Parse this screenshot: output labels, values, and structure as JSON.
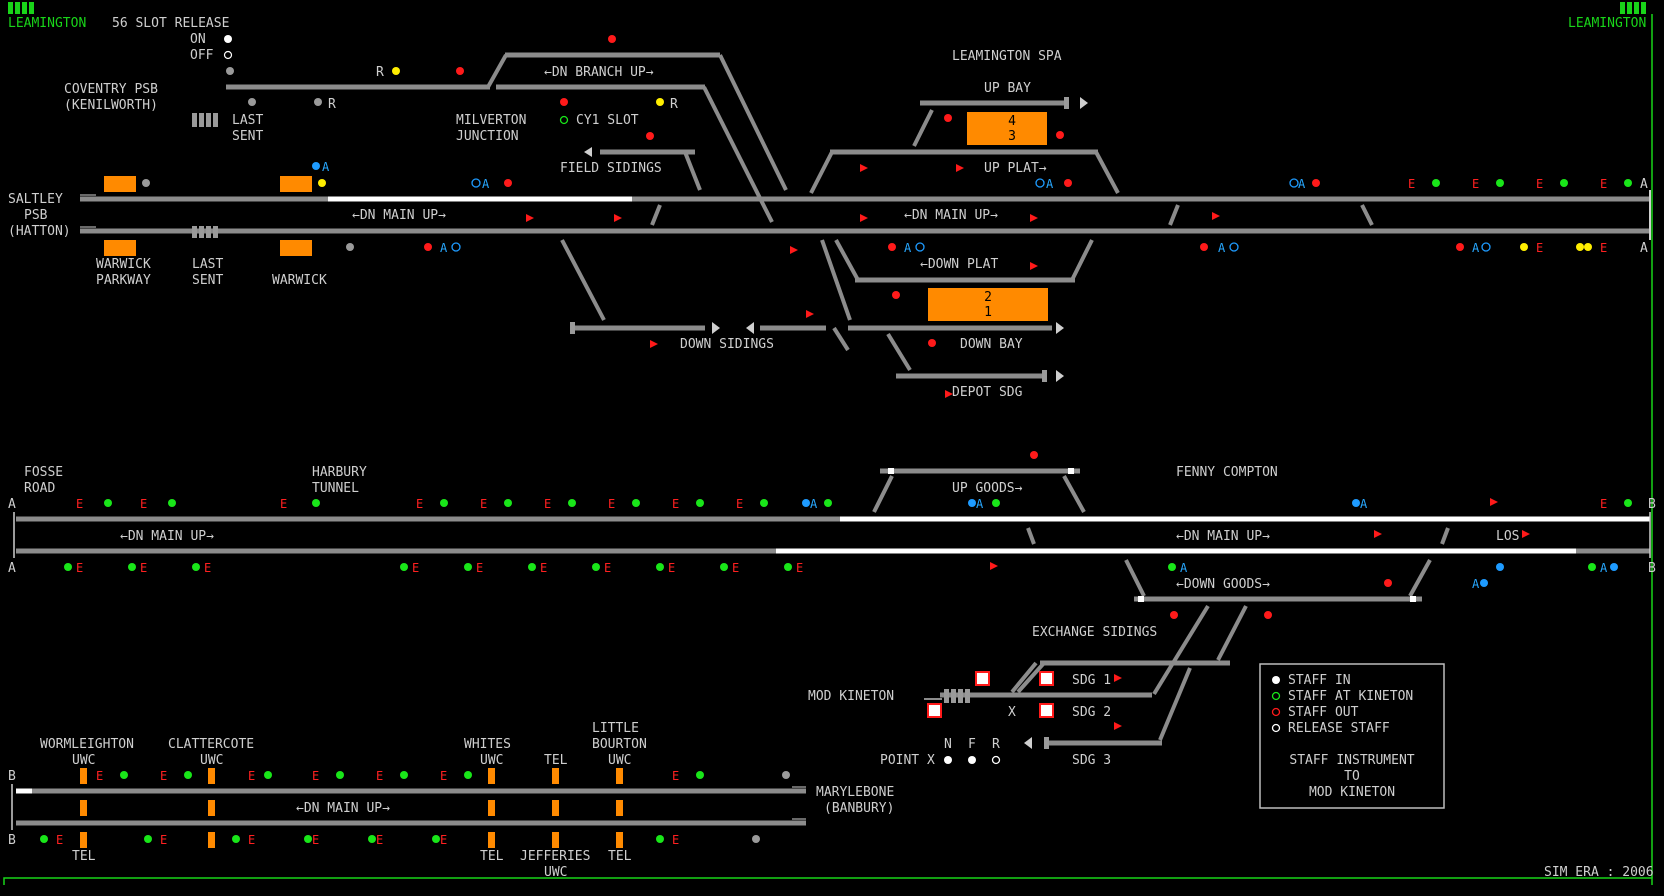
{
  "header": {
    "left_area": "LEAMINGTON",
    "right_area": "LEAMINGTON",
    "slot_release": "56 SLOT RELEASE",
    "on_label": "ON",
    "off_label": "OFF"
  },
  "labels": {
    "coventry_psb": "COVENTRY PSB",
    "kenilworth": "(KENILWORTH)",
    "last_sent_top_1": "LAST",
    "last_sent_top_2": "SENT",
    "saltley_1": "SALTLEY",
    "saltley_2": "PSB",
    "saltley_3": "(HATTON)",
    "warwick_parkway_1": "WARWICK",
    "warwick_parkway_2": "PARKWAY",
    "last_sent_bot_1": "LAST",
    "last_sent_bot_2": "SENT",
    "warwick": "WARWICK",
    "milverton_1": "MILVERTON",
    "milverton_2": "JUNCTION",
    "dn_branch_up": "←DN BRANCH UP→",
    "cy1_slot": "CY1 SLOT",
    "field_sidings": "FIELD SIDINGS",
    "dn_main_up_1": "←DN MAIN UP→",
    "dn_main_up_2": "←DN MAIN UP→",
    "down_sidings": "DOWN SIDINGS",
    "leamington_spa": "LEAMINGTON SPA",
    "up_bay": "UP BAY",
    "up_plat": "UP PLAT→",
    "down_plat": "←DOWN PLAT",
    "down_bay": "DOWN BAY",
    "depot_sdg": "DEPOT SDG",
    "fosse_1": "FOSSE",
    "fosse_2": "ROAD",
    "harbury_1": "HARBURY",
    "harbury_2": "TUNNEL",
    "dn_main_up_3": "←DN MAIN UP→",
    "up_goods": "UP GOODS→",
    "fenny_compton": "FENNY COMPTON",
    "dn_main_up_4": "←DN MAIN UP→",
    "los": "LOS",
    "down_goods": "←DOWN GOODS→",
    "exchange_sidings": "EXCHANGE SIDINGS",
    "mod_kineton": "MOD KINETON",
    "sdg1": "SDG 1",
    "sdg2": "SDG 2",
    "sdg3": "SDG 3",
    "x_label": "X",
    "point_x": "POINT X",
    "nfr_n": "N",
    "nfr_f": "F",
    "nfr_r": "R",
    "wormleighton_1": "WORMLEIGHTON",
    "wormleighton_2": "UWC",
    "clattercote_1": "CLATTERCOTE",
    "clattercote_2": "UWC",
    "whites_1": "WHITES",
    "whites_2": "UWC",
    "tel_top": "TEL",
    "little_1": "LITTLE",
    "little_2": "BOURTON",
    "little_3": "UWC",
    "dn_main_up_5": "←DN MAIN UP→",
    "marylebone_1": "MARYLEBONE",
    "marylebone_2": "(BANBURY)",
    "tel_b1": "TEL",
    "tel_b2": "TEL",
    "jefferies_1": "JEFFERIES",
    "jefferies_2": "UWC",
    "tel_b3": "TEL",
    "sim_era": "SIM ERA : 2006"
  },
  "berths": {
    "up_bay_top": "4",
    "up_bay_bot": "3",
    "down_plat_top": "2",
    "down_plat_bot": "1"
  },
  "legend": {
    "staff_in": "STAFF IN",
    "staff_at_kineton": "STAFF AT KINETON",
    "staff_out": "STAFF OUT",
    "release_staff": "RELEASE STAFF",
    "instr_1": "STAFF INSTRUMENT",
    "instr_2": "TO",
    "instr_3": "MOD KINETON"
  },
  "markers": {
    "r1": "R",
    "r2": "R",
    "r3": "R",
    "a": "A",
    "b": "B",
    "e": "E",
    "o": "O",
    "los": "LOS"
  },
  "colors": {
    "track": "#8c8c8c",
    "track_set": "#ffffff",
    "berth": "#ff8a00",
    "signal_red": "#ff1a1a",
    "signal_green": "#19e619",
    "signal_yellow": "#ffee00",
    "auto_blue": "#1e9bff",
    "area_green": "#19d419",
    "text": "#cfcfcf"
  }
}
